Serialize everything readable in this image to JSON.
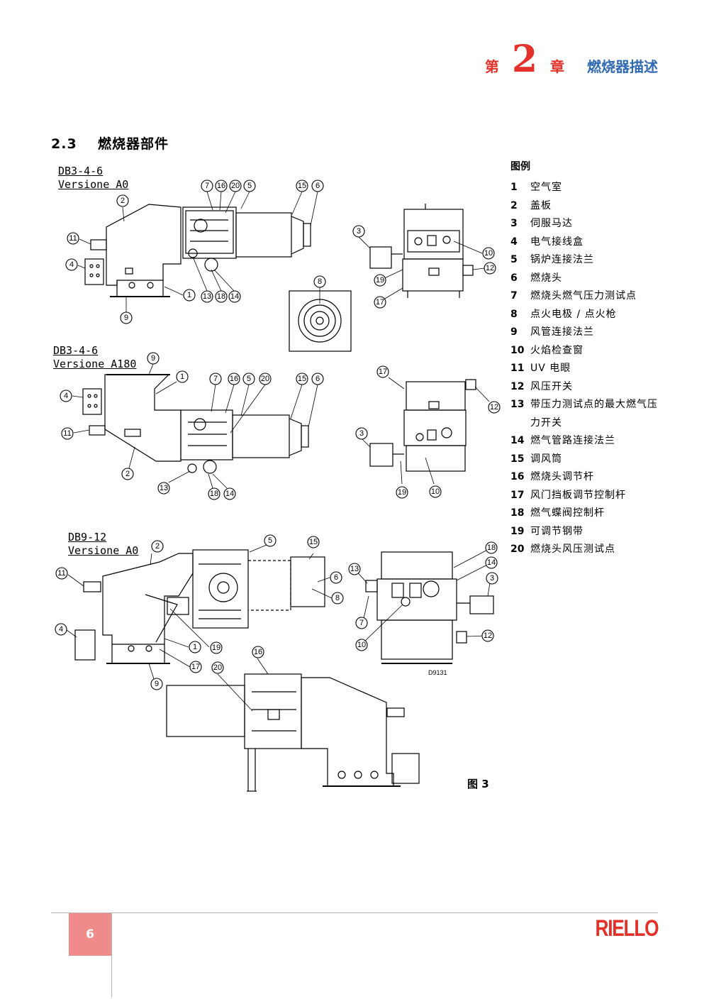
{
  "header": {
    "chapter_prefix": "第",
    "chapter_number": "2",
    "chapter_suffix": "章",
    "chapter_title": "燃烧器描述"
  },
  "section": {
    "number": "2.3",
    "title": "燃烧器部件"
  },
  "models": [
    {
      "line1": "DB3-4-6",
      "line2": "Versione A0"
    },
    {
      "line1": "DB3-4-6",
      "line2": "Versione A180"
    },
    {
      "line1": "DB9-12",
      "line2": "Versione A0"
    }
  ],
  "drawing_code": "D9131",
  "figure_label": "图 3",
  "legend": {
    "title": "图例",
    "items": [
      {
        "n": "1",
        "t": "空气室"
      },
      {
        "n": "2",
        "t": "盖板"
      },
      {
        "n": "3",
        "t": "伺服马达"
      },
      {
        "n": "4",
        "t": "电气接线盒"
      },
      {
        "n": "5",
        "t": "锅炉连接法兰"
      },
      {
        "n": "6",
        "t": "燃烧头"
      },
      {
        "n": "7",
        "t": "燃烧头燃气压力测试点"
      },
      {
        "n": "8",
        "t": "点火电极 / 点火枪"
      },
      {
        "n": "9",
        "t": "风管连接法兰"
      },
      {
        "n": "10",
        "t": "火焰检查窗"
      },
      {
        "n": "11",
        "t": "UV 电眼"
      },
      {
        "n": "12",
        "t": "风压开关"
      },
      {
        "n": "13",
        "t": "带压力测试点的最大燃气压力开关"
      },
      {
        "n": "14",
        "t": "燃气管路连接法兰"
      },
      {
        "n": "15",
        "t": "调风筒"
      },
      {
        "n": "16",
        "t": "燃烧头调节杆"
      },
      {
        "n": "17",
        "t": "风门挡板调节控制杆"
      },
      {
        "n": "18",
        "t": "燃气蝶阀控制杆"
      },
      {
        "n": "19",
        "t": "可调节钢带"
      },
      {
        "n": "20",
        "t": "燃烧头风压测试点"
      }
    ]
  },
  "footer": {
    "page_number": "6",
    "brand": "RIELLO"
  },
  "colors": {
    "accent_red": "#e4312a",
    "title_blue": "#2f6ab3",
    "page_box": "#f08b8b"
  }
}
